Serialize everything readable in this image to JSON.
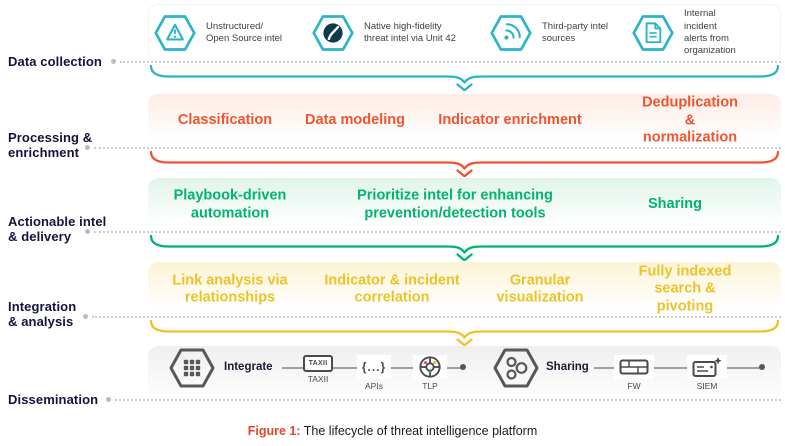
{
  "colors": {
    "teal": "#2cb5c6",
    "orange": "#f0552f",
    "green": "#00b46e",
    "yellow": "#edc327",
    "navy": "#13133e",
    "caption_red": "#e8452c",
    "icon_gray": "#4a4a4a"
  },
  "stages": {
    "data_collection": {
      "label": "Data collection",
      "items": [
        {
          "icon": "warning-triangle-icon",
          "text": "Unstructured/\nOpen Source intel"
        },
        {
          "icon": "unit42-circle-icon",
          "text": "Native high-fidelity\nthreat intel via Unit 42"
        },
        {
          "icon": "sonar-icon",
          "text": "Third-party intel\nsources"
        },
        {
          "icon": "incident-report-icon",
          "text": "Internal\nincident\nalerts from\norganization"
        }
      ]
    },
    "processing": {
      "label": "Processing &\nenrichment",
      "items": [
        "Classification",
        "Data modeling",
        "Indicator enrichment",
        "Deduplication\n& normalization"
      ]
    },
    "actionable": {
      "label": "Actionable intel\n& delivery",
      "items": [
        "Playbook-driven\nautomation",
        "Prioritize intel for enhancing\nprevention/detection tools",
        "Sharing"
      ]
    },
    "integration": {
      "label": "Integration\n& analysis",
      "items": [
        "Link analysis via\nrelationships",
        "Indicator & incident\ncorrelation",
        "Granular\nvisualization",
        "Fully indexed\nsearch & pivoting"
      ]
    },
    "dissemination": {
      "label": "Dissemination",
      "integrate": {
        "label": "Integrate",
        "channels": [
          {
            "name": "TAXII"
          },
          {
            "name": "APIs",
            "glyph": "{...}"
          },
          {
            "name": "TLP"
          }
        ]
      },
      "sharing": {
        "label": "Sharing",
        "channels": [
          {
            "name": "FW"
          },
          {
            "name": "SIEM"
          }
        ]
      }
    }
  },
  "caption": {
    "prefix": "Figure 1:",
    "text": "The lifecycle of threat intelligence platform"
  }
}
